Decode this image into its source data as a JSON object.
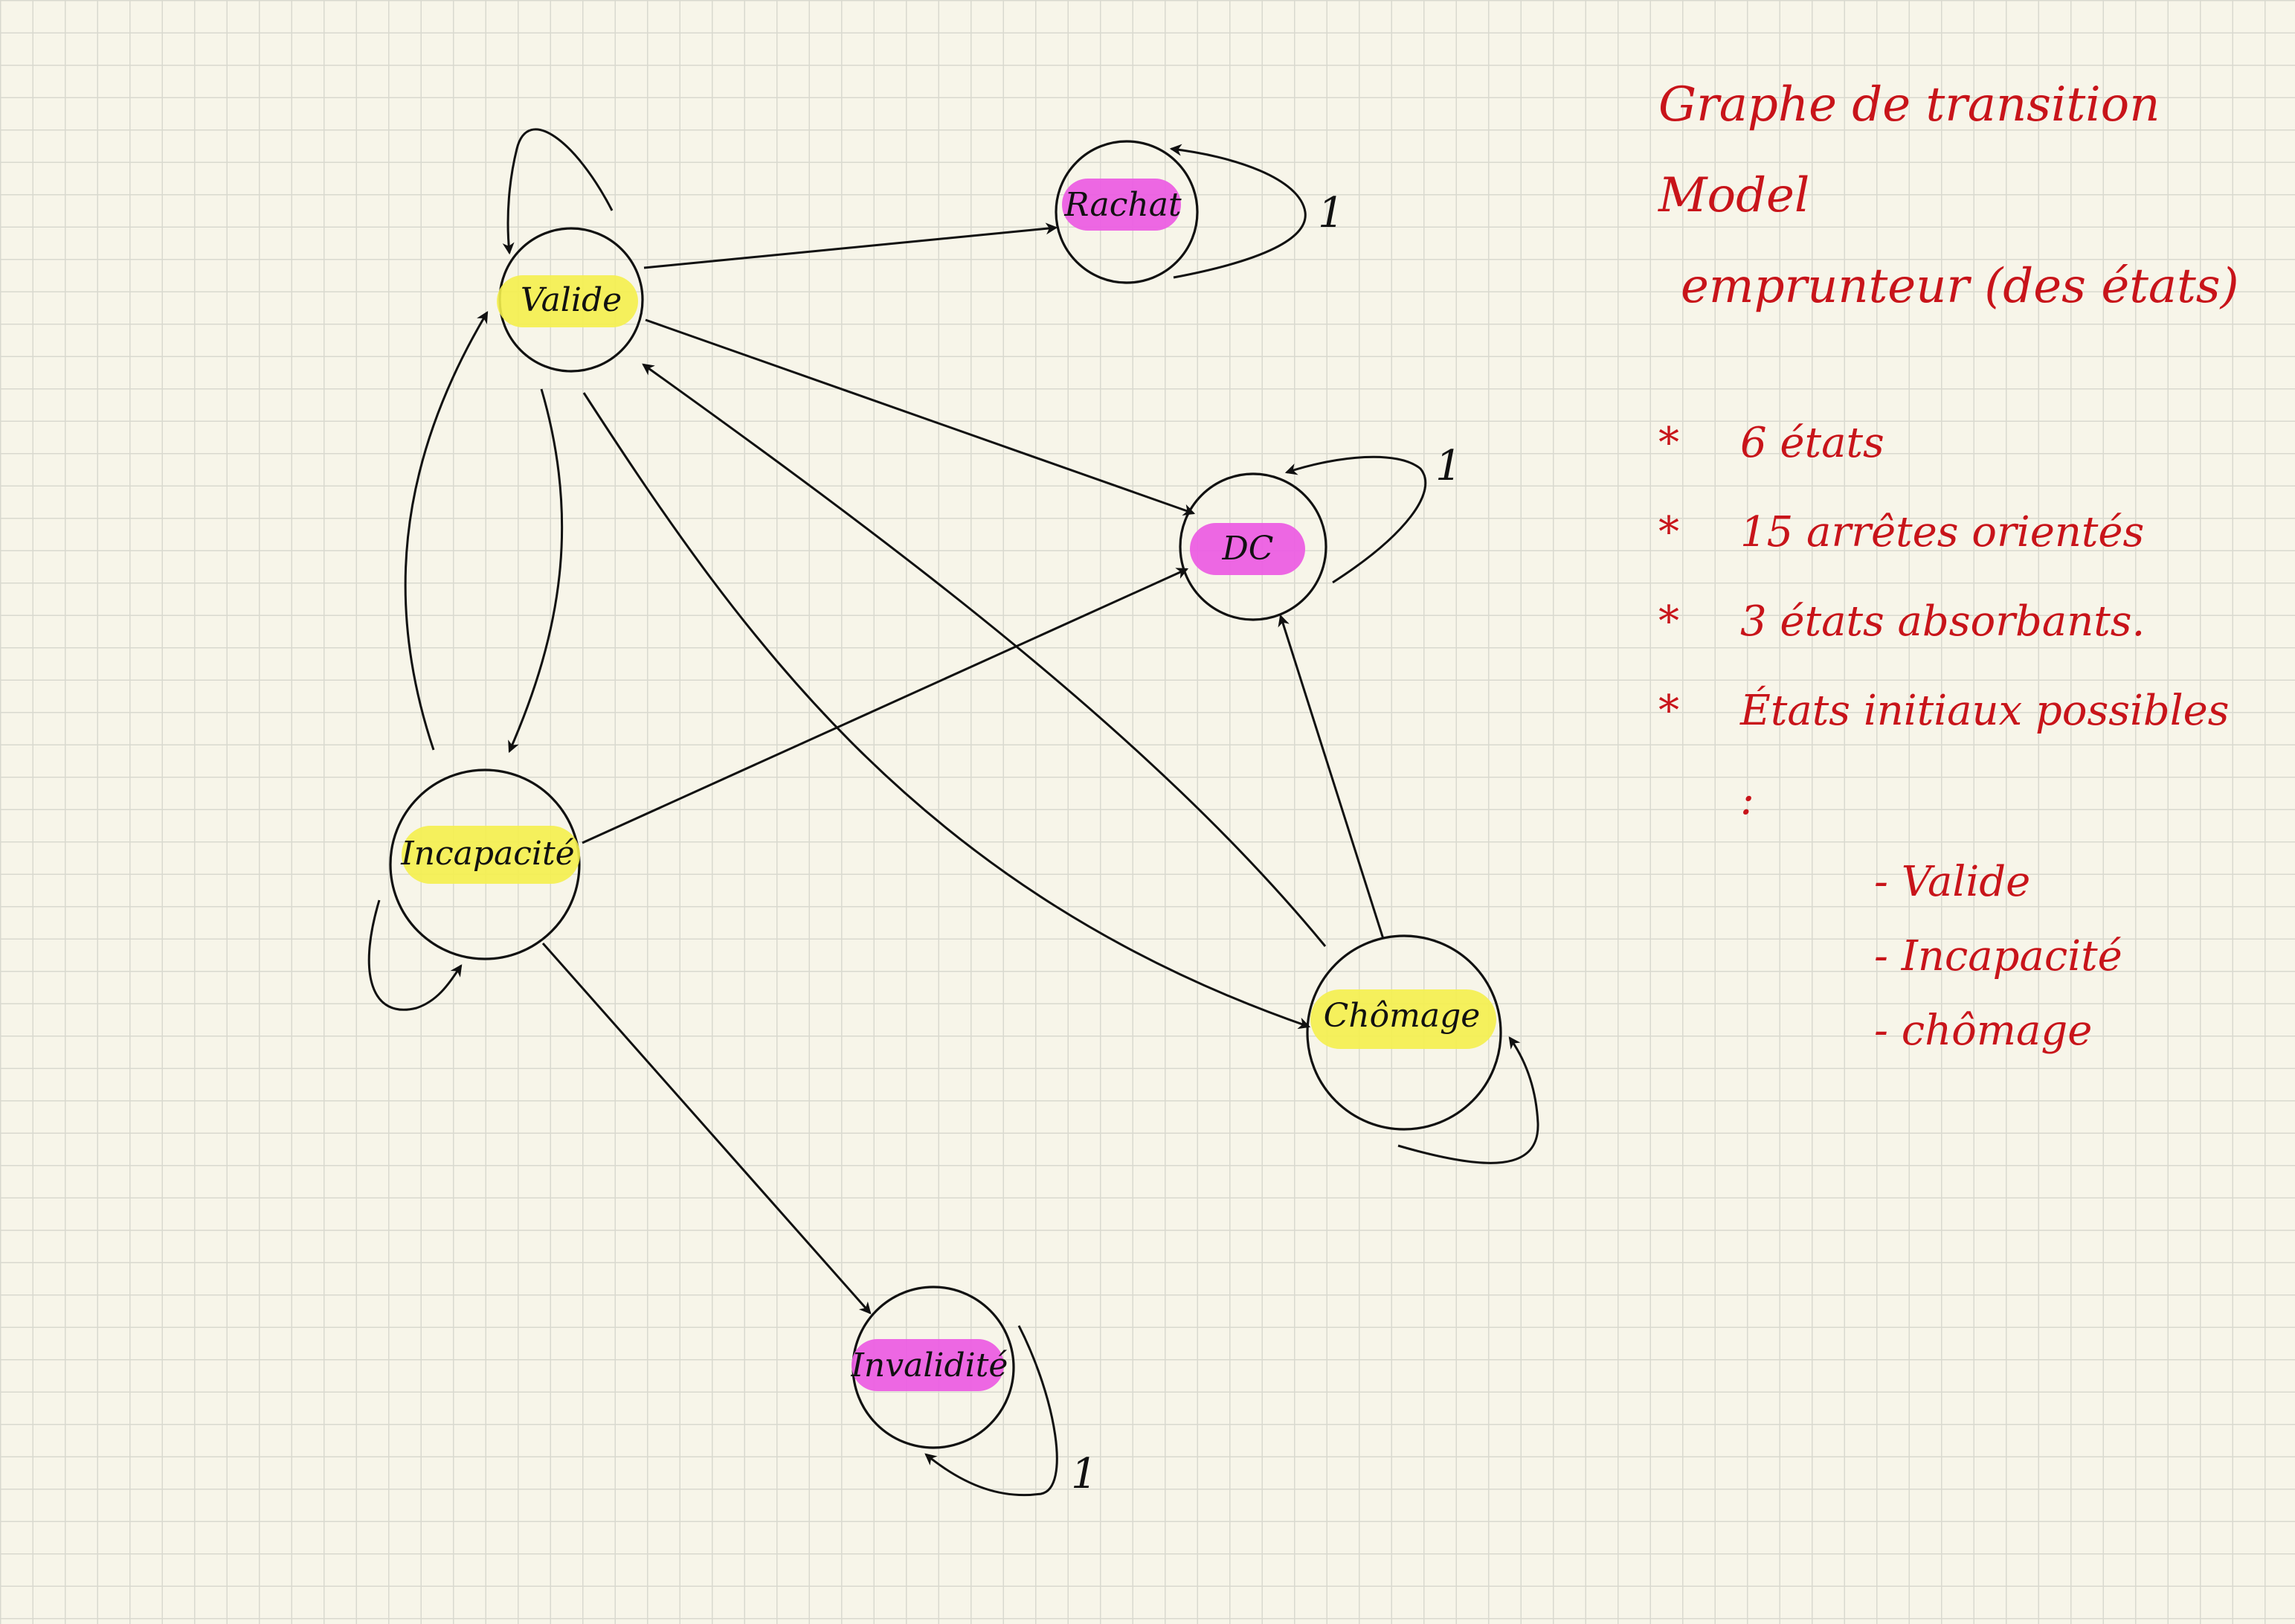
{
  "states": [
    {
      "id": "valide",
      "label": "Valide",
      "highlight": "yellow"
    },
    {
      "id": "rachat",
      "label": "Rachat",
      "highlight": "pink"
    },
    {
      "id": "dc",
      "label": "DC",
      "highlight": "pink"
    },
    {
      "id": "incapacite",
      "label": "Incapacité",
      "highlight": "yellow"
    },
    {
      "id": "chomage",
      "label": "Chômage",
      "highlight": "yellow"
    },
    {
      "id": "invalidite",
      "label": "Invalidité",
      "highlight": "pink"
    }
  ],
  "edges": [
    {
      "from": "valide",
      "to": "valide"
    },
    {
      "from": "valide",
      "to": "rachat"
    },
    {
      "from": "valide",
      "to": "dc"
    },
    {
      "from": "valide",
      "to": "incapacite"
    },
    {
      "from": "valide",
      "to": "chomage"
    },
    {
      "from": "incapacite",
      "to": "valide"
    },
    {
      "from": "incapacite",
      "to": "incapacite"
    },
    {
      "from": "incapacite",
      "to": "dc"
    },
    {
      "from": "incapacite",
      "to": "invalidite"
    },
    {
      "from": "chomage",
      "to": "valide"
    },
    {
      "from": "chomage",
      "to": "chomage"
    },
    {
      "from": "chomage",
      "to": "dc"
    },
    {
      "from": "rachat",
      "to": "rachat",
      "label": "1"
    },
    {
      "from": "dc",
      "to": "dc",
      "label": "1"
    },
    {
      "from": "invalidite",
      "to": "invalidite",
      "label": "1"
    }
  ],
  "notes": {
    "title_line1": "Graphe de transition Model",
    "title_line2": "emprunteur (des états)",
    "bullets": [
      "6 états",
      "15 arrêtes orientés",
      "3 états absorbants.",
      "États initiaux possibles :"
    ],
    "bullet_marker": "*",
    "initial_states": [
      "- Valide",
      "- Incapacité",
      "- chômage"
    ]
  },
  "colors": {
    "highlight_yellow": "#f4ef4d",
    "highlight_pink": "#ec5fe3",
    "ink": "#111111",
    "note_ink": "#c8141a",
    "paper": "#f7f5e9",
    "grid": "#d9d9cf"
  }
}
